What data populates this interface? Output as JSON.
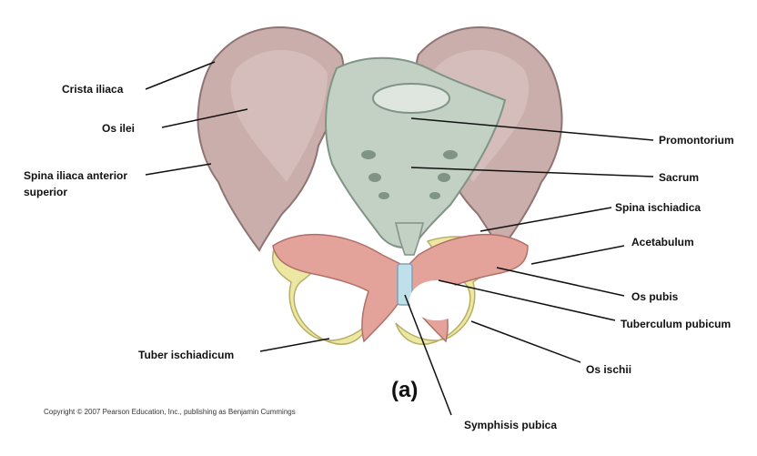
{
  "labels": {
    "crista_iliaca": "Crista iliaca",
    "os_ilei": "Os ilei",
    "spina_iliaca_line1": "Spina iliaca anterior",
    "spina_iliaca_line2": "superior",
    "promontorium": "Promontorium",
    "sacrum": "Sacrum",
    "spina_ischiadica": "Spina ischiadica",
    "acetabulum": "Acetabulum",
    "os_pubis": "Os pubis",
    "tuberculum_pubicum": "Tuberculum pubicum",
    "tuber_ischiadicum": "Tuber ischiadicum",
    "os_ischii": "Os ischii",
    "symphisis_pubica": "Symphisis pubica"
  },
  "caption": "(a)",
  "copyright": "Copyright © 2007 Pearson Education, Inc., publishing as Benjamin Cummings",
  "colors": {
    "ilium": "#c9aeab",
    "ilium_dark": "#8f7474",
    "sacrum": "#c3d0c4",
    "sacrum_dark": "#7f9484",
    "pubis": "#e4a39a",
    "ischium": "#ede7a4",
    "symphysis": "#bfe0ea",
    "line": "#111111"
  }
}
